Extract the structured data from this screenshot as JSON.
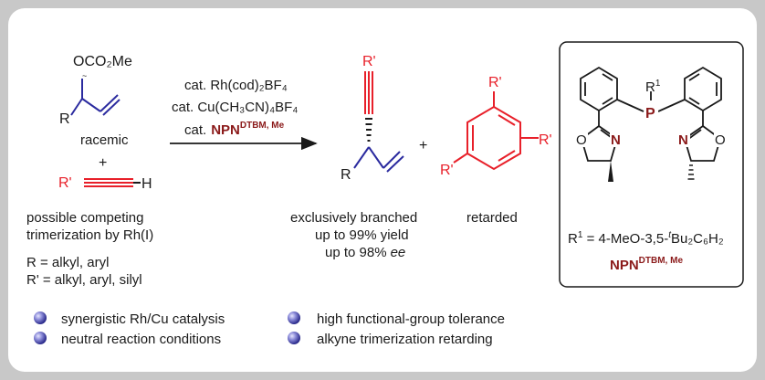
{
  "scheme": {
    "reactant_allyl": {
      "group": "OCO₂Me",
      "r": "R",
      "label": "racemic"
    },
    "plus_left": "+",
    "reactant_alkyne": {
      "r_prime": "R'",
      "h": "H"
    },
    "conditions": {
      "line1": "cat. Rh(cod)₂BF₄",
      "line2": "cat. Cu(CH₃CN)₄BF₄",
      "line3_prefix": "cat.",
      "ligand_main": "NPN",
      "ligand_sup": "DTBM, Me"
    },
    "product": {
      "r": "R",
      "r_prime": "R'",
      "caption_line1": "exclusively branched",
      "caption_line2": "up to 99% yield",
      "caption_line3_prefix": "up to 98%",
      "caption_line3_ee": "ee"
    },
    "plus_right": "+",
    "side_product": {
      "r_top": "R'",
      "r_right": "R'",
      "r_left": "R'",
      "caption": "retarded"
    },
    "note_competing_line1": "possible competing",
    "note_competing_line2": "trimerization by Rh(I)",
    "definitions": {
      "r": "R = alkyl, aryl",
      "r_prime": "R' = alkyl, aryl, silyl"
    },
    "ligand_box": {
      "r1_label": "R",
      "r1_sup": "1",
      "p": "P",
      "n_left": "N",
      "n_right": "N",
      "o_left": "O",
      "o_right": "O",
      "r1_def_prefix": "R",
      "r1_def_sup": "1",
      "r1_def_text": " = 4-MeO-3,5-",
      "r1_def_t": "t",
      "r1_def_tail": "Bu₂C₆H₂",
      "name": "NPN",
      "name_sup": "DTBM, Me"
    },
    "bullets": [
      "synergistic Rh/Cu catalysis",
      "neutral reaction conditions",
      "high functional-group tolerance",
      "alkyne trimerization retarding"
    ],
    "colors": {
      "background": "#c8c8c8",
      "card": "#ffffff",
      "blue": "#2b2b9f",
      "red": "#e8202a",
      "dark_red": "#8b1a1a",
      "black": "#1a1a1a"
    }
  }
}
